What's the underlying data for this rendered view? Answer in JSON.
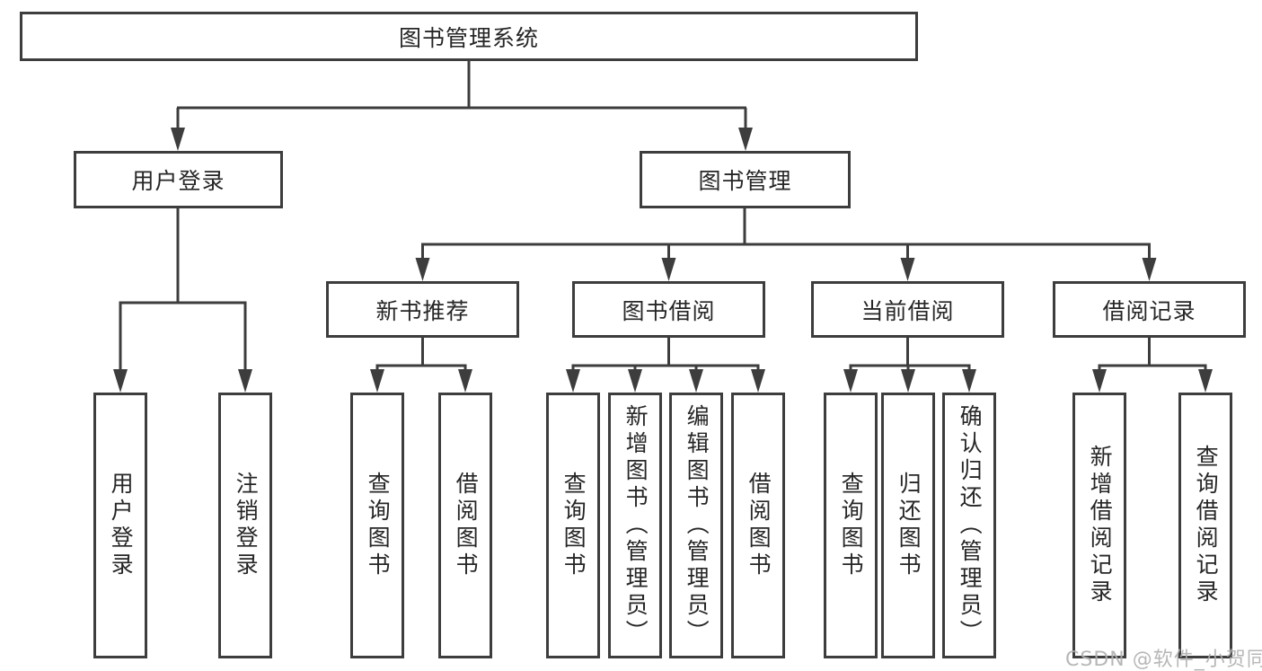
{
  "colors": {
    "line": "#3d3d3d",
    "text": "#262626",
    "watermark_gray": "#b0b0b0",
    "background": "#ffffff"
  },
  "watermark": "CSDN @软件_小贺同学",
  "tree": {
    "root": "图书管理系统",
    "branches": [
      {
        "label": "用户登录",
        "children": [
          "用户登录",
          "注销登录"
        ]
      },
      {
        "label": "图书管理",
        "modules": [
          {
            "label": "新书推荐",
            "children": [
              "查询图书",
              "借阅图书"
            ]
          },
          {
            "label": "图书借阅",
            "children": [
              "查询图书",
              "新增图书（管理员）",
              "编辑图书（管理员）",
              "借阅图书"
            ]
          },
          {
            "label": "当前借阅",
            "children": [
              "查询图书",
              "归还图书",
              "确认归还（管理员）"
            ]
          },
          {
            "label": "借阅记录",
            "children": [
              "新增借阅记录",
              "查询借阅记录"
            ]
          }
        ]
      }
    ]
  }
}
